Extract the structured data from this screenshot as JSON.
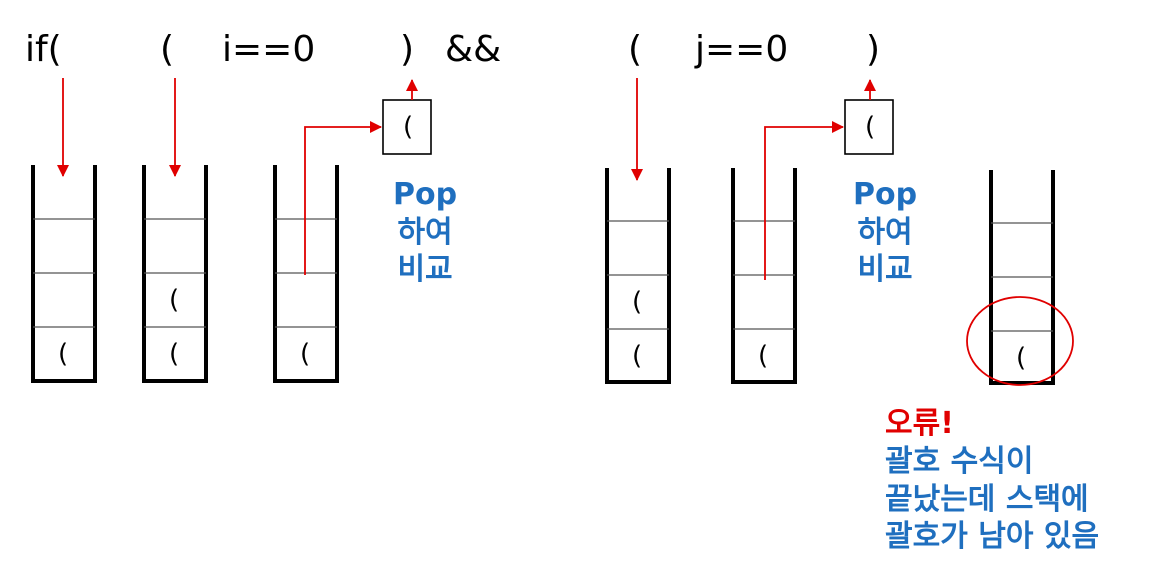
{
  "expression": {
    "tokens": [
      "if(",
      "(",
      "i==0",
      ")",
      "&&",
      "(",
      "j==0",
      ")"
    ]
  },
  "stacks": [
    {
      "cells": [
        "",
        "",
        "("
      ]
    },
    {
      "cells": [
        "",
        "(",
        "("
      ]
    },
    {
      "cells": [
        "",
        "",
        "("
      ]
    },
    {
      "cells": [
        "",
        "(",
        "("
      ]
    },
    {
      "cells": [
        "",
        "",
        "("
      ]
    },
    {
      "cells": [
        "",
        "",
        "("
      ]
    }
  ],
  "popped_boxes": [
    {
      "char": "("
    },
    {
      "char": "("
    }
  ],
  "notes": {
    "pop1": [
      "Pop",
      "하여",
      "비교"
    ],
    "pop2": [
      "Pop",
      "하여",
      "비교"
    ],
    "error_title": "오류!",
    "error_lines": [
      "괄호 수식이",
      "끝났는데 스택에",
      "괄호가 남아 있음"
    ]
  },
  "colors": {
    "arrow": "#e00000",
    "note_blue": "#1f6fbf",
    "error_red": "#e00000",
    "stack_stroke": "#000000"
  }
}
